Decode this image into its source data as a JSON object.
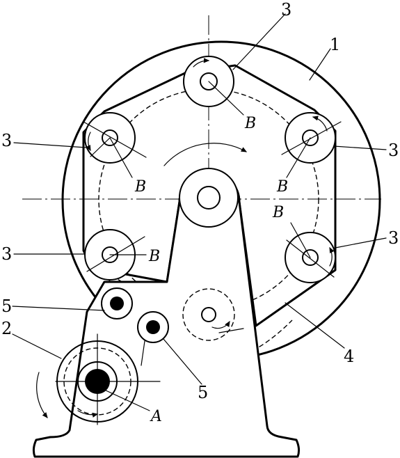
{
  "labels": {
    "housing": "1",
    "small_sprocket": "2",
    "drum_top": "3",
    "drum_upper_left": "3",
    "drum_upper_right": "3",
    "drum_lower_left": "3",
    "drum_lower_right": "3",
    "chain": "4",
    "idler_upper": "5",
    "idler_lower": "5",
    "pivot_top": "B",
    "pivot_upper_left": "B",
    "pivot_upper_right": "B",
    "pivot_lower_left": "B",
    "pivot_lower_right": "B",
    "drive_axis": "A"
  }
}
